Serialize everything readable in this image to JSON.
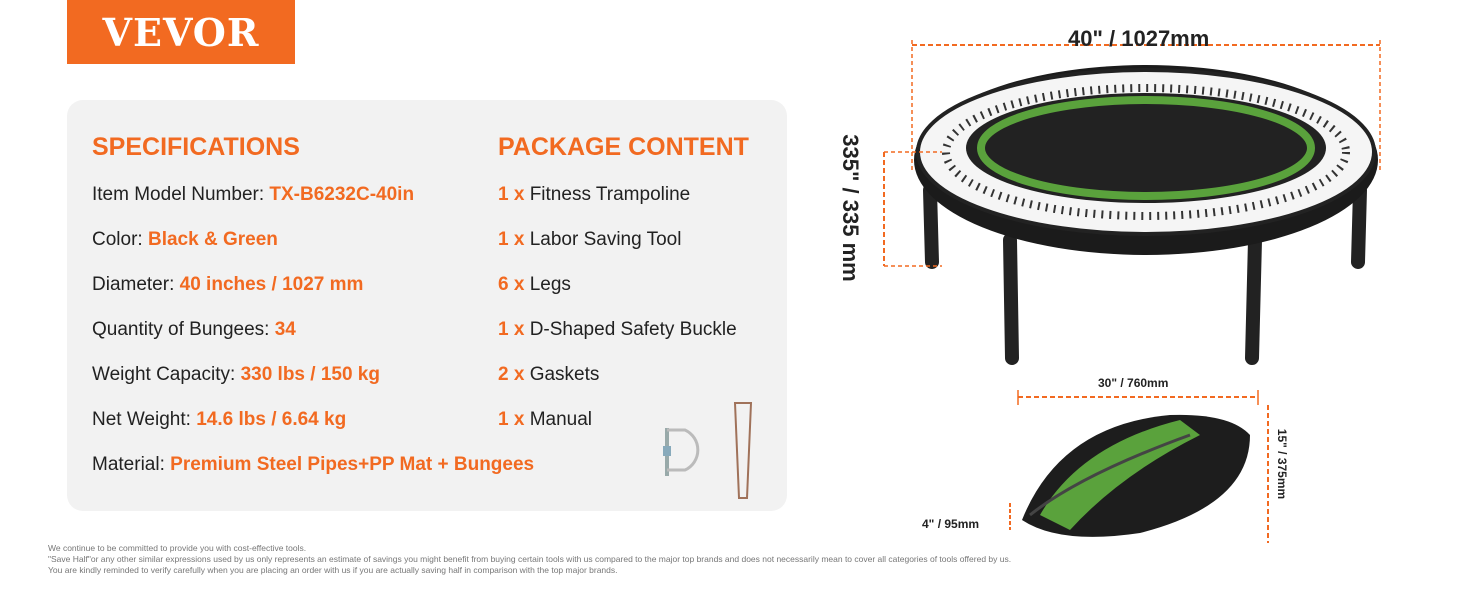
{
  "brand": "VEVOR",
  "specifications": {
    "heading": "SPECIFICATIONS",
    "rows": [
      {
        "label": "Item Model Number: ",
        "value": "TX-B6232C-40in"
      },
      {
        "label": "Color: ",
        "value": "Black & Green"
      },
      {
        "label": "Diameter: ",
        "value": "40 inches / 1027 mm"
      },
      {
        "label": "Quantity of Bungees: ",
        "value": "34"
      },
      {
        "label": "Weight Capacity: ",
        "value": "330 lbs / 150 kg"
      },
      {
        "label": "Net Weight: ",
        "value": "14.6 lbs / 6.64 kg"
      },
      {
        "label": "Material: ",
        "value": "Premium Steel Pipes+PP Mat + Bungees"
      }
    ]
  },
  "package": {
    "heading": "PACKAGE CONTENT",
    "items": [
      {
        "qty": "1 x",
        "name": "Fitness Trampoline"
      },
      {
        "qty": "1 x",
        "name": " Labor Saving Tool"
      },
      {
        "qty": "6 x",
        "name": "Legs"
      },
      {
        "qty": "1 x",
        "name": "D-Shaped Safety Buckle"
      },
      {
        "qty": "2 x",
        "name": "Gaskets"
      },
      {
        "qty": "1 x",
        "name": "Manual"
      }
    ]
  },
  "dimensions": {
    "width": "40\" / 1027mm",
    "height": "335\" / 335 mm",
    "folded_width": "30\" / 760mm",
    "folded_height": "15\" / 375mm",
    "folded_thickness": "4\" / 95mm"
  },
  "disclaimer": [
    "We continue to be committed to provide you with cost-effective tools.",
    "\"Save Half\"or any other similar expressions used by us only represents an estimate of savings you might benefit from buying certain tools with us compared to the major top brands and does not necessarily mean to cover all categories of tools offered by us.",
    "You are kindly reminded to verify carefully when you are placing an order with us if you are actually saving half in comparison with the top major brands."
  ],
  "colors": {
    "accent": "#f26a21",
    "mat_ring": "#5aa23c",
    "card": "#f2f2f2"
  }
}
